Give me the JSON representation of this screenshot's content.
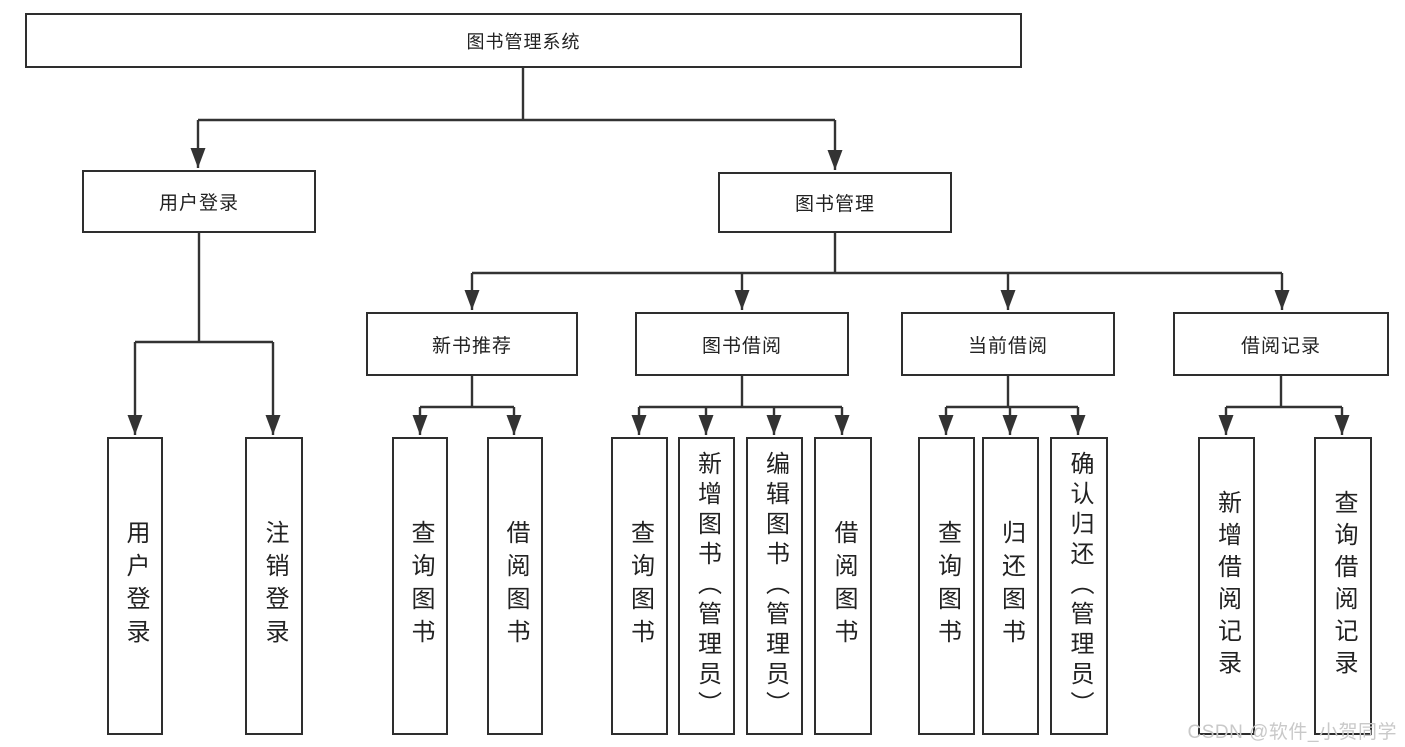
{
  "diagram": {
    "tree": {
      "root": {
        "label": "图书管理系统",
        "children": [
          {
            "label": "用户登录",
            "children": [
              {
                "label": "用户登录"
              },
              {
                "label": "注销登录"
              }
            ]
          },
          {
            "label": "图书管理",
            "children": [
              {
                "label": "新书推荐",
                "children": [
                  {
                    "label": "查询图书"
                  },
                  {
                    "label": "借阅图书"
                  }
                ]
              },
              {
                "label": "图书借阅",
                "children": [
                  {
                    "label": "查询图书"
                  },
                  {
                    "label": "新增图书（管理员）"
                  },
                  {
                    "label": "编辑图书（管理员）"
                  },
                  {
                    "label": "借阅图书"
                  }
                ]
              },
              {
                "label": "当前借阅",
                "children": [
                  {
                    "label": "查询图书"
                  },
                  {
                    "label": "归还图书"
                  },
                  {
                    "label": "确认归还（管理员）"
                  }
                ]
              },
              {
                "label": "借阅记录",
                "children": [
                  {
                    "label": "新增借阅记录"
                  },
                  {
                    "label": "查询借阅记录"
                  }
                ]
              }
            ]
          }
        ]
      }
    },
    "colors": {
      "background": "#ffffff",
      "line": "#333333",
      "box_border": "#2e2e2e",
      "text": "#222222",
      "watermark": "#c9c9c9"
    }
  },
  "watermark": {
    "text": "CSDN @软件_小贺同学"
  }
}
